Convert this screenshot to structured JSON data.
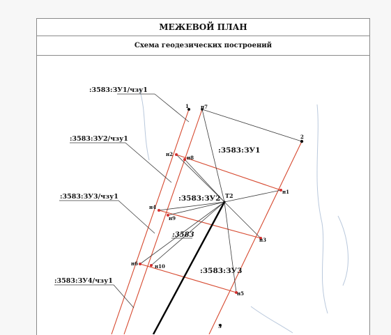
{
  "document": {
    "title": "МЕЖЕВОЙ ПЛАН",
    "subtitle": "Схема геодезических построений"
  },
  "plan": {
    "parcels": [
      {
        "id": "zu1",
        "label": ":3583:ЗУ1"
      },
      {
        "id": "zu2",
        "label": ":3583:ЗУ2"
      },
      {
        "id": "zu3",
        "label": ":3583:ЗУ3"
      },
      {
        "id": "base",
        "label": ":3583"
      }
    ],
    "callouts": [
      {
        "id": "zu1-chzu1",
        "label": ":3583:ЗУ1/чзу1"
      },
      {
        "id": "zu2-chzu1",
        "label": ":3583:ЗУ2/чзу1"
      },
      {
        "id": "zu3-chzu1",
        "label": ":3583:ЗУ3/чзу1"
      },
      {
        "id": "zu4-chzu1",
        "label": ":3583:ЗУ4/чзу1"
      }
    ],
    "station": {
      "label": "Т2"
    },
    "points": [
      {
        "label": "1",
        "kind": "existing"
      },
      {
        "label": "2",
        "kind": "existing"
      },
      {
        "label": "3",
        "kind": "existing"
      },
      {
        "label": "н1",
        "kind": "new"
      },
      {
        "label": "н2",
        "kind": "new"
      },
      {
        "label": "н3",
        "kind": "new"
      },
      {
        "label": "н4",
        "kind": "new"
      },
      {
        "label": "н5",
        "kind": "new"
      },
      {
        "label": "н6",
        "kind": "new"
      },
      {
        "label": "н7",
        "kind": "existing"
      },
      {
        "label": "н8",
        "kind": "new"
      },
      {
        "label": "н9",
        "kind": "new"
      },
      {
        "label": "н10",
        "kind": "new"
      }
    ],
    "colors": {
      "boundary": "#d6482e",
      "construction": "#3a3a3a",
      "point_new": "#d32f2f",
      "point_existing": "#111111",
      "scan_marks": "#b9c8dc"
    }
  }
}
